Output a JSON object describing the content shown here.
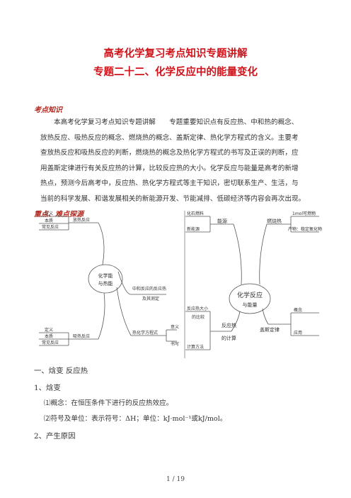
{
  "header": {
    "title_line1": "高考化学复习考点知识专题讲解",
    "title_line2": "专题二十二、化学反应中的能量变化"
  },
  "section_kaodian": {
    "heading": "考点知识",
    "lines": [
      "本高考化学复习考点知识专题讲解　　专题重要知识点有反应热、中和热的概念、",
      "放热反应、吸热反应的概念、燃烧热的概念、盖斯定律、热化学方程式的含义。主要考",
      "查放热反应和吸热反应的判断，燃烧热的概念及热化学方程式的书写及正误的判断，应",
      "用盖斯定律进行有关反应热的计算，比较反应热的大小。化学反应与能量是高考的新增",
      "热点，预测今后高考中，反应热、热化学方程式等主干知识，密切联系生产、生活，与",
      "当前的科学发展、和谐发展相关的新能源开发、节能减排、低碳经济等内容会再次出现。"
    ]
  },
  "section_zhongdian": {
    "heading": "重点、难点探源"
  },
  "mindmap_left": {
    "center_line1": "化学能",
    "center_line2": "与热能",
    "exo": {
      "label": "放热反应",
      "items": [
        "定义",
        "本质",
        "常见反应"
      ]
    },
    "endo": {
      "label": "吸热反应",
      "items": [
        "定义",
        "本质",
        "常见反应"
      ]
    },
    "neutral_line1": "中和反应的反应热",
    "neutral_line2": "及其测定",
    "equation": {
      "label": "热化学方程式",
      "items": [
        "意义",
        "书写"
      ]
    }
  },
  "mindmap_right": {
    "center_line1": "化学反应",
    "center_line2": "与能量",
    "energy_source": {
      "label": "能源",
      "items": [
        "化石燃料",
        "新能源"
      ]
    },
    "combustion": {
      "label": "燃烧热",
      "items": [
        "1mol可燃物",
        "产物：稳定氧化物"
      ]
    },
    "heat_calc": {
      "label_line1": "反应热",
      "label_line2": "的计算",
      "items": [
        "反应热大小",
        "的比较",
        "计算方法"
      ]
    },
    "hess": {
      "label": "盖斯定律",
      "items": [
        "概念",
        "应用"
      ]
    }
  },
  "body": {
    "line1": "一、焓变  反应热",
    "line2": "1、焓变",
    "line3": "⑴概念：在恒压条件下进行的反应热效应。",
    "line4": "⑵符号及单位：表示符号：ΔH；单位：kJ·mol⁻¹或kJ/mol。",
    "line5": "2、产生原因"
  },
  "footer": {
    "page": "1 / 19"
  }
}
